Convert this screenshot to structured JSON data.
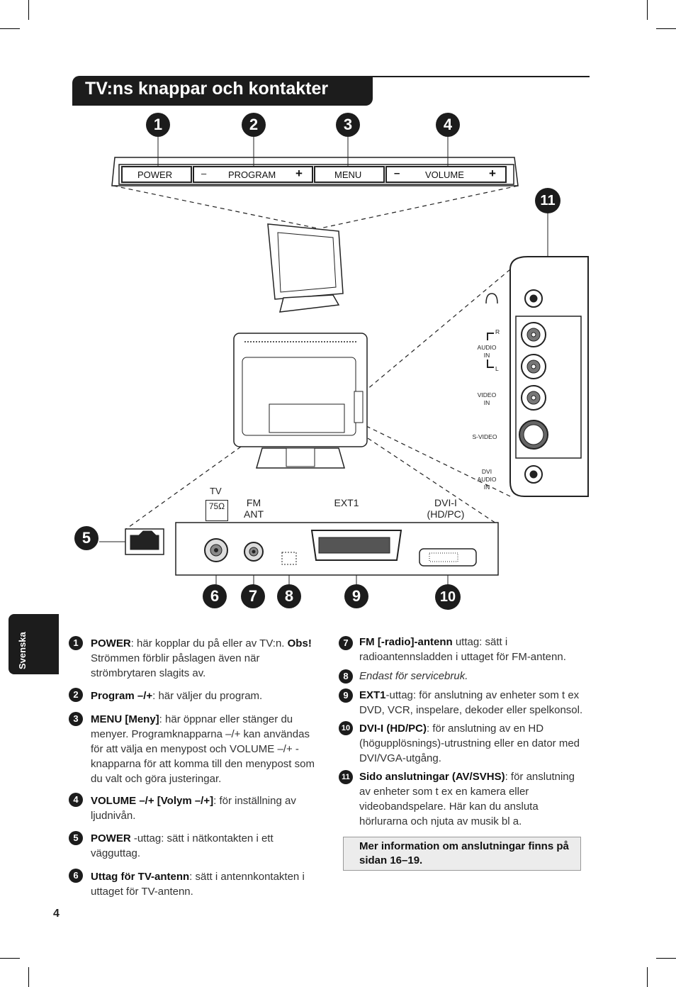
{
  "title": "TV:ns knappar och kontakter",
  "side_tab": "Svenska",
  "page_number": "4",
  "callouts": [
    "1",
    "2",
    "3",
    "4",
    "5",
    "6",
    "7",
    "8",
    "9",
    "10",
    "11"
  ],
  "top_buttons": {
    "power": "POWER",
    "program_minus": "–",
    "program": "PROGRAM",
    "program_plus": "+",
    "menu": "MENU",
    "volume_minus": "–",
    "volume": "VOLUME",
    "volume_plus": "+"
  },
  "side_panel": {
    "audio_in": "AUDIO\nIN",
    "audio_r": "R",
    "audio_l": "L",
    "video_in": "VIDEO\nIN",
    "s_video": "S-VIDEO",
    "dvi_audio_in": "DVI\nAUDIO\nIN"
  },
  "rear_panel": {
    "tv": "TV",
    "tv_ohm": "75Ω",
    "fm_ant": "FM\nANT",
    "ext1": "EXT1",
    "dvi": "DVI-I\n(HD/PC)"
  },
  "items_left": [
    {
      "n": "1",
      "bold": "POWER",
      "text": ": här kopplar du på eller av TV:n. ",
      "bold2": "Obs!",
      "text2": " Strömmen förblir påslagen även när strömbrytaren slagits av."
    },
    {
      "n": "2",
      "bold": "Program –/+",
      "text": ": här väljer du program."
    },
    {
      "n": "3",
      "bold": " MENU [Meny]",
      "text": ": här öppnar eller stänger du menyer. Programknapparna –/+ kan användas för att välja en menypost och VOLUME –/+ -knapparna för att komma till den menypost som du valt och göra justeringar."
    },
    {
      "n": "4",
      "bold": "VOLUME –/+ [Volym –/+]",
      "text": ": för inställning av ljudnivån."
    },
    {
      "n": "5",
      "bold": "POWER",
      "text": " -uttag: sätt i nätkontakten i ett vägguttag."
    },
    {
      "n": "6",
      "bold": "Uttag för TV-antenn",
      "text": ": sätt i antennkontakten i uttaget för TV-antenn."
    }
  ],
  "items_right": [
    {
      "n": "7",
      "bold": "FM [-radio]-antenn",
      "text": " uttag: sätt i radioantennsladden i uttaget för FM-antenn."
    },
    {
      "n": "8",
      "italic": "Endast för servicebruk."
    },
    {
      "n": "9",
      "bold": "EXT1",
      "text": "-uttag: för anslutning av enheter som t ex DVD, VCR, inspelare, dekoder eller spelkonsol."
    },
    {
      "n": "10",
      "bold": "DVI-I (HD/PC)",
      "text": ": för anslutning av en HD (högupplösnings)-utrustning eller en dator med DVI/VGA-utgång."
    },
    {
      "n": "11",
      "bold": "Sido anslutningar (AV/SVHS)",
      "text": ": för anslutning av enheter som t ex en kamera eller videobandspelare. Här kan du ansluta hörlurarna och njuta av musik bl a."
    }
  ],
  "info_box": "Mer information om anslutningar finns på sidan 16–19."
}
